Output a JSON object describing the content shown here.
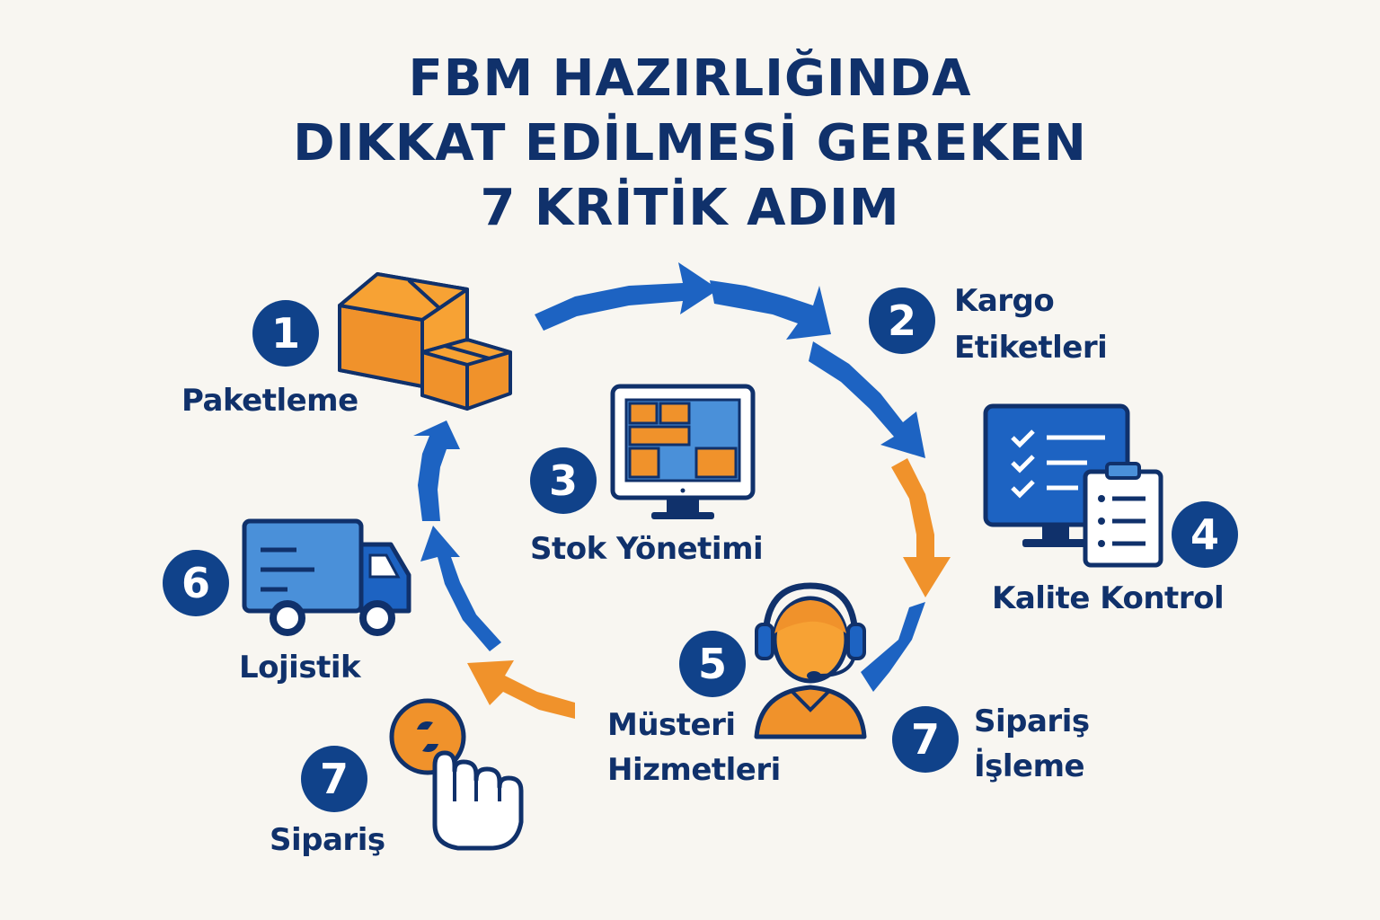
{
  "title": {
    "line1": "FBM HAZIRLIĞINDA",
    "line2": "DIKKAT EDİLMESİ GEREKEN",
    "line3": "7 KRİTİK ADIM"
  },
  "colors": {
    "navy": "#10316b",
    "badge": "#10428a",
    "blue": "#1d63c2",
    "light_blue": "#4a90d9",
    "orange": "#f0922b",
    "background": "#f8f6f1"
  },
  "steps": [
    {
      "number": "1",
      "label": "Paketleme",
      "icon": "boxes-icon"
    },
    {
      "number": "2",
      "label_line1": "Kargo",
      "label_line2": "Etiketleri",
      "icon": "shipping-label"
    },
    {
      "number": "3",
      "label": "Stok Yönetimi",
      "icon": "monitor-grid-icon"
    },
    {
      "number": "4",
      "label": "Kalite Kontrol",
      "icon": "checklist-monitor-icon"
    },
    {
      "number": "5",
      "label_line1": "Müsteri",
      "label_line2": "Hizmetleri",
      "icon": "headset-agent-icon"
    },
    {
      "number": "6",
      "label": "Lojistik",
      "icon": "truck-icon"
    },
    {
      "number": "7",
      "label": "Sipariş",
      "icon": "click-hand-icon"
    },
    {
      "number": "7",
      "label_line1": "Sipariş",
      "label_line2": "İşleme",
      "icon": "none"
    }
  ]
}
